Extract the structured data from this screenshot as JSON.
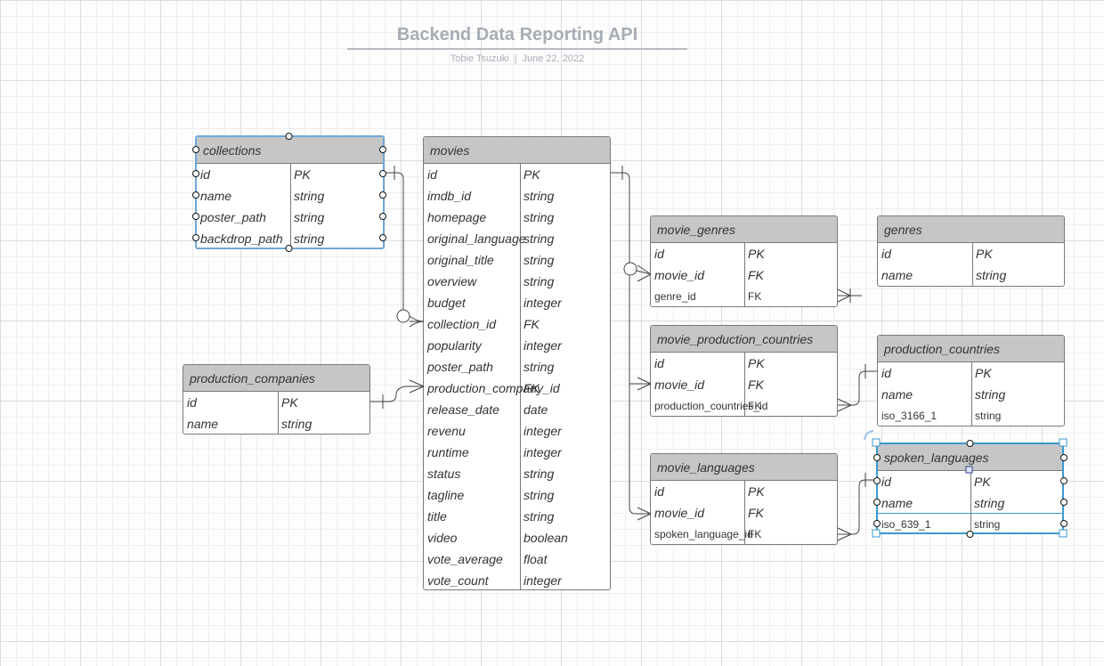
{
  "diagram": {
    "title": "Backend Data Reporting API",
    "author": "Tobie Tsuzuki",
    "separator": "|",
    "date": "June 22, 2022"
  },
  "tables": {
    "collections": {
      "name": "collections",
      "rows": [
        [
          "id",
          "PK"
        ],
        [
          "name",
          "string"
        ],
        [
          "poster_path",
          "string"
        ],
        [
          "backdrop_path",
          "string"
        ]
      ]
    },
    "movies": {
      "name": "movies",
      "rows": [
        [
          "id",
          "PK"
        ],
        [
          "imdb_id",
          "string"
        ],
        [
          "homepage",
          "string"
        ],
        [
          "original_language",
          "string"
        ],
        [
          "original_title",
          "string"
        ],
        [
          "overview",
          "string"
        ],
        [
          "budget",
          "integer"
        ],
        [
          "collection_id",
          "FK"
        ],
        [
          "popularity",
          "integer"
        ],
        [
          "poster_path",
          "string"
        ],
        [
          "production_company_id",
          "FK"
        ],
        [
          "release_date",
          "date"
        ],
        [
          "revenu",
          "integer"
        ],
        [
          "runtime",
          "integer"
        ],
        [
          "status",
          "string"
        ],
        [
          "tagline",
          "string"
        ],
        [
          "title",
          "string"
        ],
        [
          "video",
          "boolean"
        ],
        [
          "vote_average",
          "float"
        ],
        [
          "vote_count",
          "integer"
        ]
      ]
    },
    "production_companies": {
      "name": "production_companies",
      "rows": [
        [
          "id",
          "PK"
        ],
        [
          "name",
          "string"
        ]
      ]
    },
    "movie_genres": {
      "name": "movie_genres",
      "rows": [
        [
          "id",
          "PK"
        ],
        [
          "movie_id",
          "FK"
        ],
        [
          "genre_id",
          "FK"
        ]
      ]
    },
    "genres": {
      "name": "genres",
      "rows": [
        [
          "id",
          "PK"
        ],
        [
          "name",
          "string"
        ]
      ]
    },
    "movie_production_countries": {
      "name": "movie_production_countries",
      "rows": [
        [
          "id",
          "PK"
        ],
        [
          "movie_id",
          "FK"
        ],
        [
          "production_countries_id",
          "FK"
        ]
      ]
    },
    "production_countries": {
      "name": "production_countries",
      "rows": [
        [
          "id",
          "PK"
        ],
        [
          "name",
          "string"
        ],
        [
          "iso_3166_1",
          "string"
        ]
      ]
    },
    "movie_languages": {
      "name": "movie_languages",
      "rows": [
        [
          "id",
          "PK"
        ],
        [
          "movie_id",
          "FK"
        ],
        [
          "spoken_language_id",
          "FK"
        ]
      ]
    },
    "spoken_languages": {
      "name": "spoken_languages",
      "rows": [
        [
          "id",
          "PK"
        ],
        [
          "name",
          "string"
        ],
        [
          "iso_639_1",
          "string"
        ]
      ]
    }
  },
  "colors": {
    "header_fill": "#c6c6c6",
    "border": "#7a7a7a",
    "selection_light": "#6fa7d8",
    "selection": "#3a9ad0",
    "title_text": "#a7adb5"
  }
}
